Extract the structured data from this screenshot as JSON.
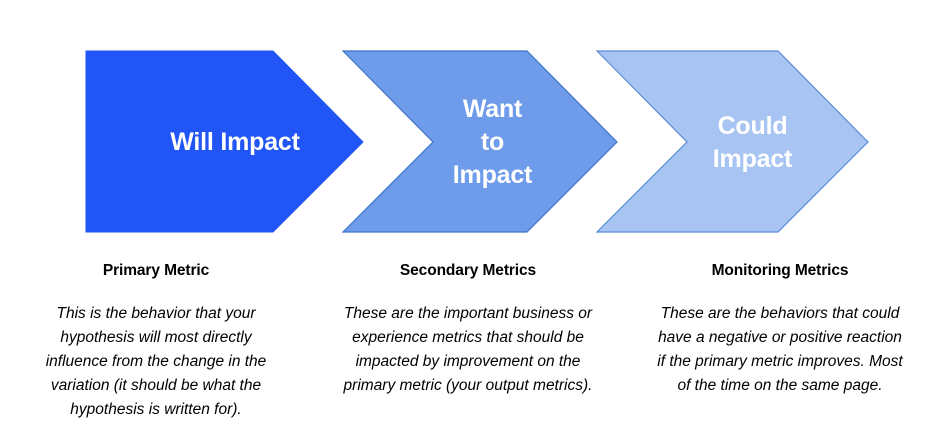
{
  "diagram": {
    "type": "chevron-process",
    "background": "#ffffff",
    "stages": [
      {
        "id": "will-impact",
        "chevron_label": "Will Impact",
        "heading": "Primary Metric",
        "body": "This is the behavior that your hypothesis will most directly influence from the change in the variation (it should be what the hypothesis is written for).",
        "fill_color": "#2255F5",
        "stroke_color": "#2255F5",
        "label_color": "#ffffff"
      },
      {
        "id": "want-to-impact",
        "chevron_label": "Want\nto\nImpact",
        "heading": "Secondary Metrics",
        "body": "These are the important business or experience metrics that should be impacted by improvement on the primary metric (your output metrics).",
        "fill_color": "#6E9CEA",
        "stroke_color": "#3F74C6",
        "label_color": "#ffffff"
      },
      {
        "id": "could-impact",
        "chevron_label": "Could\nImpact",
        "heading": "Monitoring Metrics",
        "body": "These are the behaviors that could have a negative or positive reaction if the primary metric improves. Most of the time on the same page.",
        "fill_color": "#A8C4F2",
        "stroke_color": "#5B8BD6",
        "label_color": "#ffffff"
      }
    ]
  }
}
